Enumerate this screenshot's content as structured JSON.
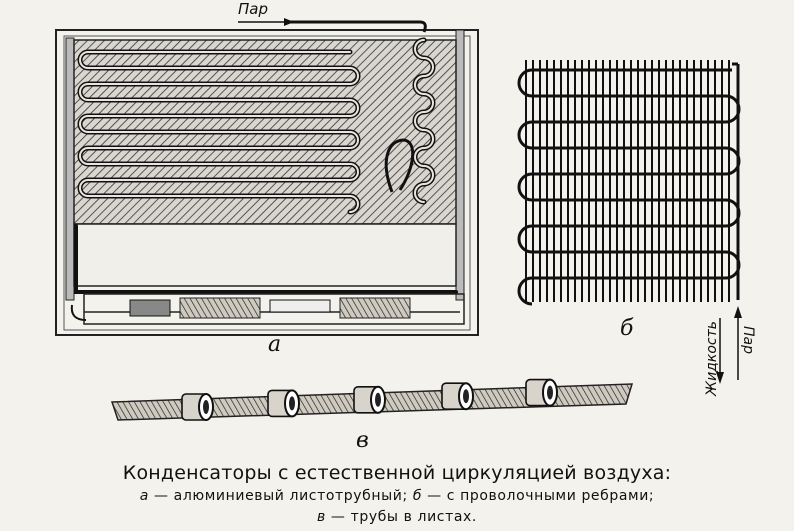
{
  "labels": {
    "a": "а",
    "b": "б",
    "v": "в",
    "steam_top": "Пар",
    "steam_right": "Пар",
    "liquid": "Жидкость"
  },
  "caption": {
    "title": "Конденсаторы с естественной циркуляцией воздуха:",
    "line1_key_a": "а",
    "line1_text_a": " — алюминиевый листотрубный; ",
    "line1_key_b": "б",
    "line1_text_b": " — с проволочными ребрами;",
    "line2_key_v": "в",
    "line2_text_v": " — трубы в листах."
  }
}
